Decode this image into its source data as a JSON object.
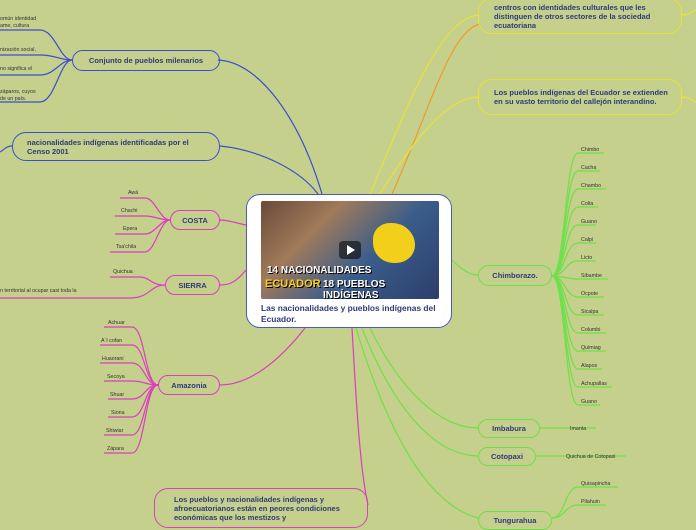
{
  "central": {
    "title": "Las nacionalidades y pueblos indígenas del Ecuador.",
    "thumb_line1": "14 NACIONALIDADES",
    "thumb_line2": "ECUADOR",
    "thumb_line3": "18 PUEBLOS INDÍGENAS"
  },
  "colors": {
    "blue": "#3a4fd0",
    "magenta": "#d93fc0",
    "yellow": "#e6e23a",
    "orange": "#f09a2a",
    "green": "#6fe04a"
  },
  "left": {
    "milenarios": {
      "label": "Conjunto de pueblos milenarios",
      "leaves": [
        "omún identidad\name, cultura",
        "nización social,",
        "no significa el",
        "záparos, cuyos\nde un país."
      ]
    },
    "censo": {
      "label": "nacionalidades indígenas identificadas por el Censo 2001"
    },
    "costa": {
      "label": "COSTA",
      "leaves": [
        "Awá",
        "Chachi",
        "Epera",
        "Tsa'chila"
      ]
    },
    "sierra": {
      "label": "SIERRA",
      "leaves": [
        "Quichua",
        "n territorial al ocupar casi toda la"
      ]
    },
    "amazonia": {
      "label": "Amazonia",
      "leaves": [
        "Achuar",
        "A´I cofan",
        "Huaorani",
        "Secoya",
        "Shuar",
        "Siona",
        "Shiwiar",
        "Zápara"
      ]
    },
    "bottom": {
      "label": "Los pueblos y nacionalidades indígenas y afroecuatorianos están en peores condiciones económicas que los mestizos y"
    }
  },
  "right": {
    "identidades": {
      "label": "centros con identidades culturales que les distinguen de otros sectores de la sociedad ecuatoriana"
    },
    "territorio": {
      "label": "Los pueblos indígenas del Ecuador se extienden en su vasto territorio del callejón interandino."
    },
    "chimborazo": {
      "label": "Chimborazo.",
      "leaves": [
        "Chimbo",
        "Cacha",
        "Chambo",
        "Colta",
        "Guano",
        "Calpi",
        "Licto",
        "Sibambe",
        "Ocpote",
        "Sicalpa",
        "Columbi",
        "Quimiag",
        "Alapos",
        "Achupallas",
        "Guano"
      ]
    },
    "imbabura": {
      "label": "Imbabura",
      "leaves": [
        "Imanta"
      ]
    },
    "cotopaxi": {
      "label": "Cotopaxi",
      "leaves": [
        "Quichua de Cotopaxi"
      ]
    },
    "bottom": {
      "label": "Tungurahua",
      "leaves": [
        "Quisapincha",
        "Pilahuin"
      ]
    }
  }
}
